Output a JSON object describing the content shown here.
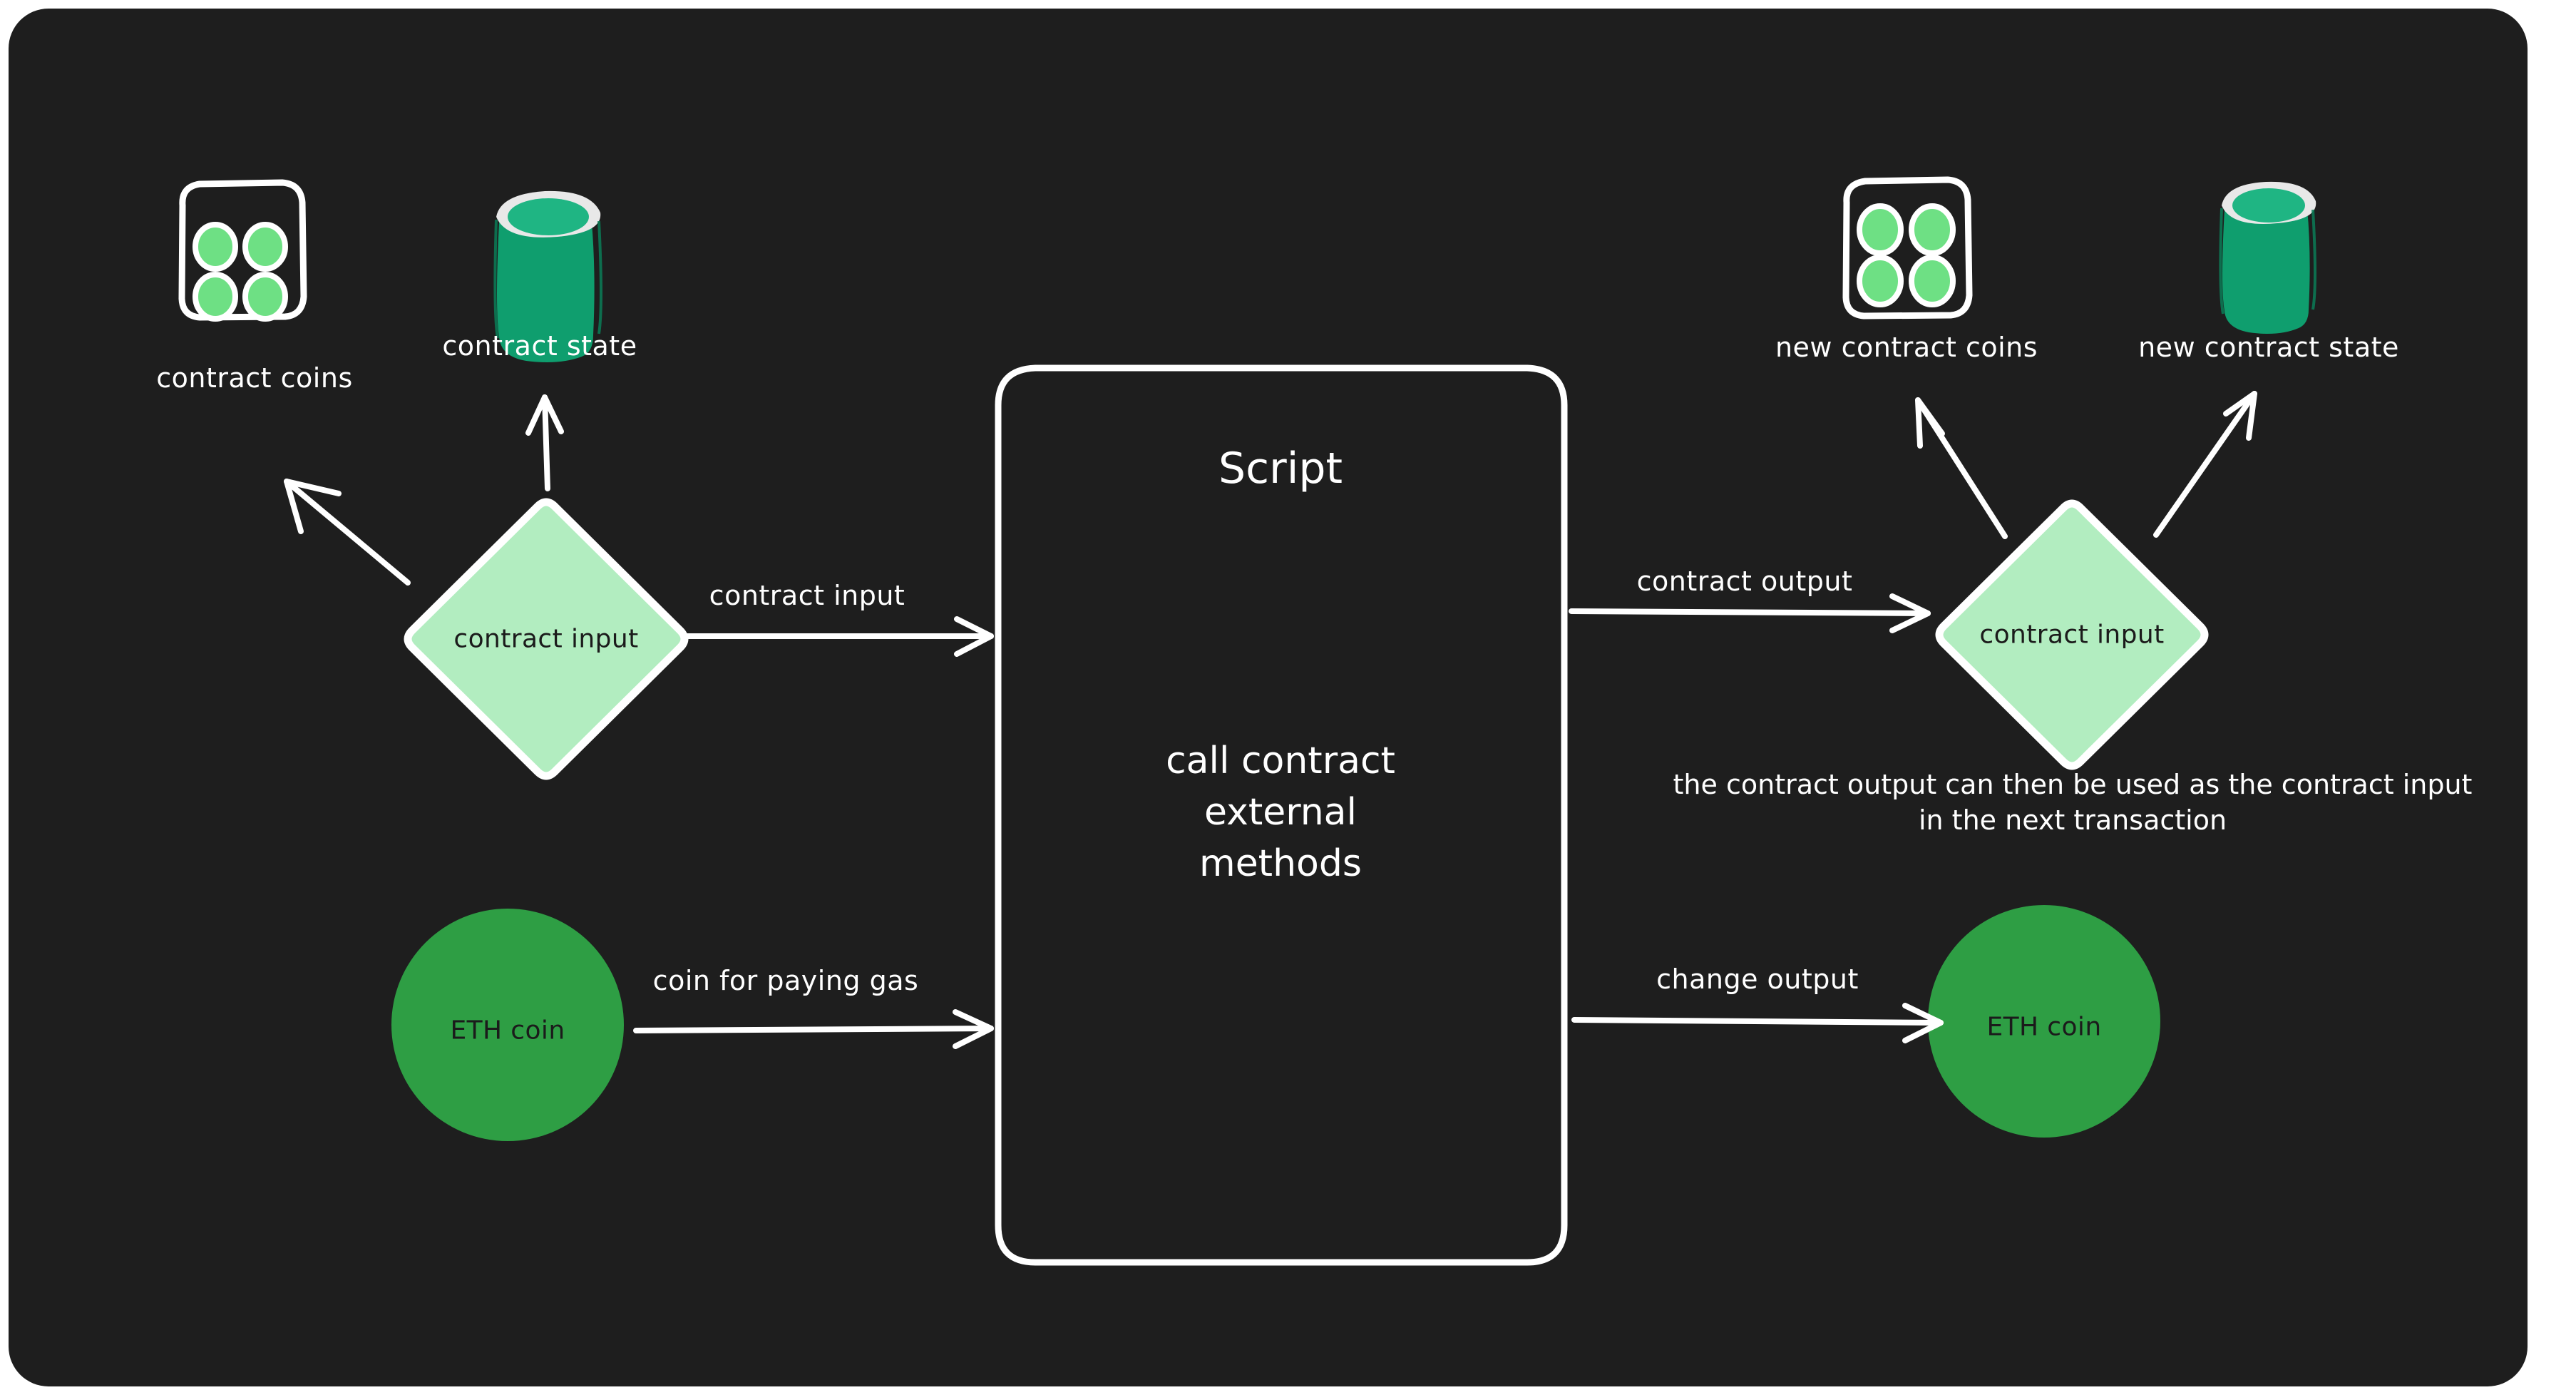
{
  "canvas": {
    "background_color": "#1e1e1e",
    "page_background_color": "#ffffff"
  },
  "palette": {
    "stroke_white": "#ffffff",
    "diamond_fill": "#b2edc0",
    "coin_green": "#2e9e44",
    "coins_dot_green": "#6ee084",
    "bucket_green": "#0f9e6e",
    "bucket_top": "#1fb583",
    "bucket_rim": "#e8e8e8",
    "text_dark": "#1b1b1b"
  },
  "icons": {
    "contract_coins": {
      "name": "contract-coins-icon",
      "label": "contract coins",
      "dot_count": 4
    },
    "contract_state": {
      "name": "contract-state-bucket-icon",
      "label": "contract state"
    },
    "new_contract_coins": {
      "name": "new-contract-coins-icon",
      "label": "new contract coins",
      "dot_count": 4
    },
    "new_contract_state": {
      "name": "new-contract-state-bucket-icon",
      "label": "new contract state"
    }
  },
  "nodes": {
    "contract_input_left": {
      "label": "contract input",
      "shape": "diamond",
      "fill": "#b2edc0"
    },
    "contract_input_right": {
      "label": "contract input",
      "shape": "diamond",
      "fill": "#b2edc0"
    },
    "eth_coin_left": {
      "label": "ETH coin",
      "shape": "circle",
      "fill": "#2e9e44"
    },
    "eth_coin_right": {
      "label": "ETH coin",
      "shape": "circle",
      "fill": "#2e9e44"
    },
    "script": {
      "title": "Script",
      "body_lines": [
        "call contract",
        "external",
        "methods"
      ],
      "shape": "rounded-rectangle"
    }
  },
  "edges": {
    "contract_input_to_script": "contract input",
    "eth_coin_to_script": "coin for paying gas",
    "script_to_contract_output": "contract output",
    "script_to_change_output": "change output"
  },
  "captions": {
    "contract_output_note": "the contract output can then be used as the contract input in the next transaction"
  }
}
